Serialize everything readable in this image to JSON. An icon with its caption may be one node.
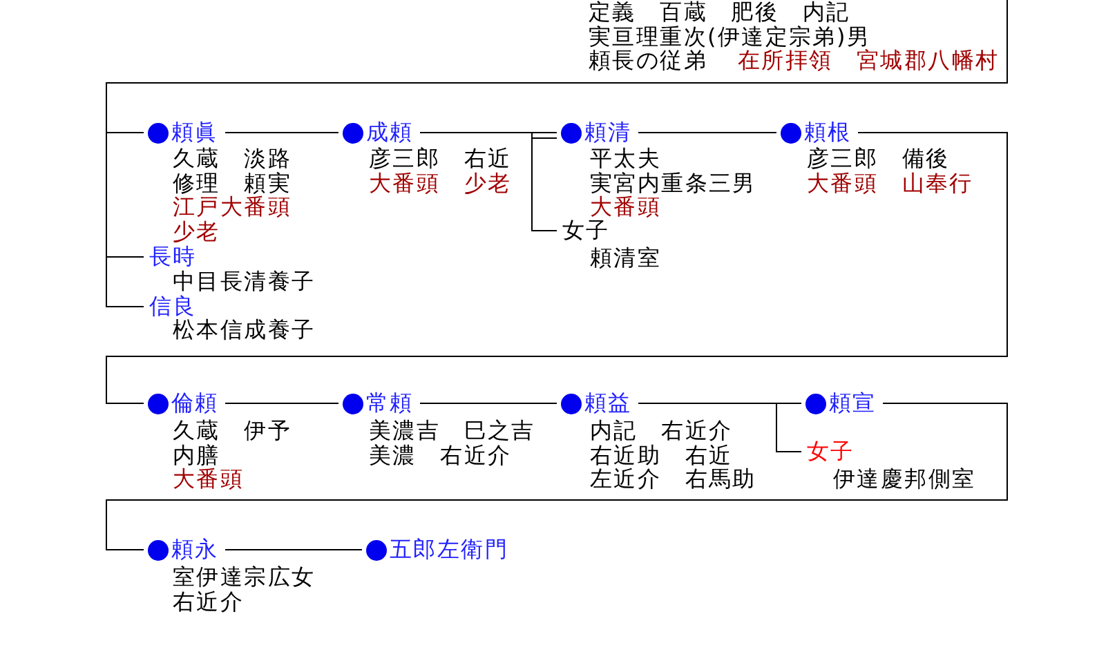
{
  "diagram": {
    "nodes": [
      {
        "text": [
          "定義　百蔵　肥後　内記",
          "実亘理重次(伊達定宗弟)男",
          "頼長の従弟",
          "在所拝領　宮城郡八幡村"
        ]
      },
      {
        "text": [
          "頼眞"
        ],
        "beside": [
          "久蔵　淡路",
          "修理　頼実",
          "江戸大番頭",
          "少老"
        ]
      },
      {
        "text": [
          "成頼"
        ],
        "beside": [
          "彦三郎　右近",
          "大番頭　少老"
        ]
      },
      {
        "text": [
          "頼清"
        ],
        "beside": [
          "平太夫",
          "実宮内重条三男",
          "大番頭"
        ]
      },
      {
        "text": [
          "頼根"
        ],
        "beside": [
          "彦三郎　備後",
          "大番頭　山奉行"
        ]
      },
      {
        "text": [
          "女子"
        ],
        "beside": [
          "頼清室"
        ]
      },
      {
        "text": [
          "長時"
        ],
        "beside": [
          "中目長清養子"
        ]
      },
      {
        "text": [
          "信良"
        ],
        "beside": [
          "松本信成養子"
        ]
      },
      {
        "text": [
          "倫頼"
        ],
        "beside": [
          "久蔵　伊予",
          "内膳",
          "大番頭"
        ]
      },
      {
        "text": [
          "常頼"
        ],
        "beside": [
          "美濃吉　巳之吉",
          "美濃　右近介"
        ]
      },
      {
        "text": [
          "頼益"
        ],
        "beside": [
          "内記　右近介",
          "右近助　右近",
          "左近介　右馬助"
        ]
      },
      {
        "text": [
          "頼宣"
        ]
      },
      {
        "text": [
          "女子"
        ],
        "beside": [
          "伊達慶邦側室"
        ]
      },
      {
        "text": [
          "頼永"
        ],
        "beside": [
          "室伊達宗広女",
          "右近介"
        ]
      },
      {
        "text": [
          "五郎左衛門"
        ]
      }
    ],
    "edges": [
      {
        "from": 0,
        "to": 1,
        "arrow": "none"
      },
      {
        "from": 0,
        "to": 6,
        "arrow": "none"
      },
      {
        "from": 0,
        "to": 7,
        "arrow": "none"
      },
      {
        "from": 1,
        "to": 2,
        "arrow": "none"
      },
      {
        "from": 2,
        "to": 3,
        "arrow": "none"
      },
      {
        "from": 2,
        "to": 5,
        "arrow": "none"
      },
      {
        "from": 3,
        "to": 4,
        "arrow": "none"
      },
      {
        "from": 4,
        "to": 8,
        "arrow": "none"
      },
      {
        "from": 8,
        "to": 9,
        "arrow": "none"
      },
      {
        "from": 9,
        "to": 10,
        "arrow": "none"
      },
      {
        "from": 10,
        "to": 11,
        "arrow": "none"
      },
      {
        "from": 10,
        "to": 12,
        "arrow": "none"
      },
      {
        "from": 11,
        "to": 13,
        "arrow": "none"
      },
      {
        "from": 13,
        "to": 14,
        "arrow": "none"
      }
    ]
  }
}
